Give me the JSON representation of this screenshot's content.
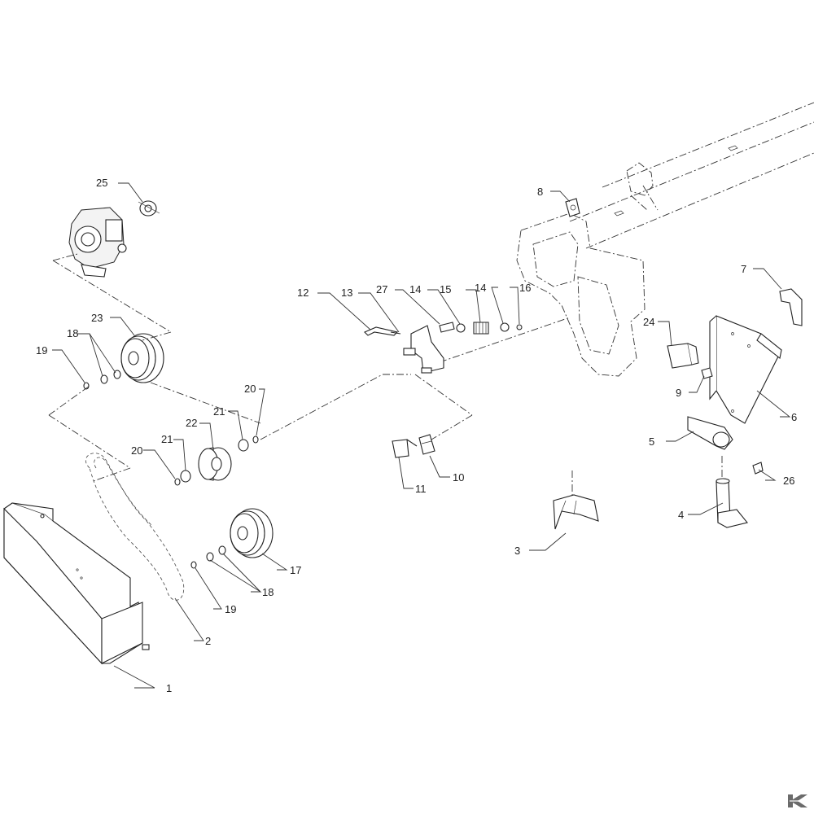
{
  "callouts": [
    "1",
    "2",
    "3",
    "4",
    "5",
    "6",
    "7",
    "8",
    "9",
    "10",
    "11",
    "12",
    "13",
    "14",
    "14",
    "15",
    "16",
    "17",
    "18",
    "18",
    "19",
    "19",
    "20",
    "20",
    "21",
    "21",
    "22",
    "23",
    "24",
    "25",
    "26",
    "27"
  ],
  "brand": {
    "logo_letter": "K",
    "color": "#6b6b6b"
  }
}
